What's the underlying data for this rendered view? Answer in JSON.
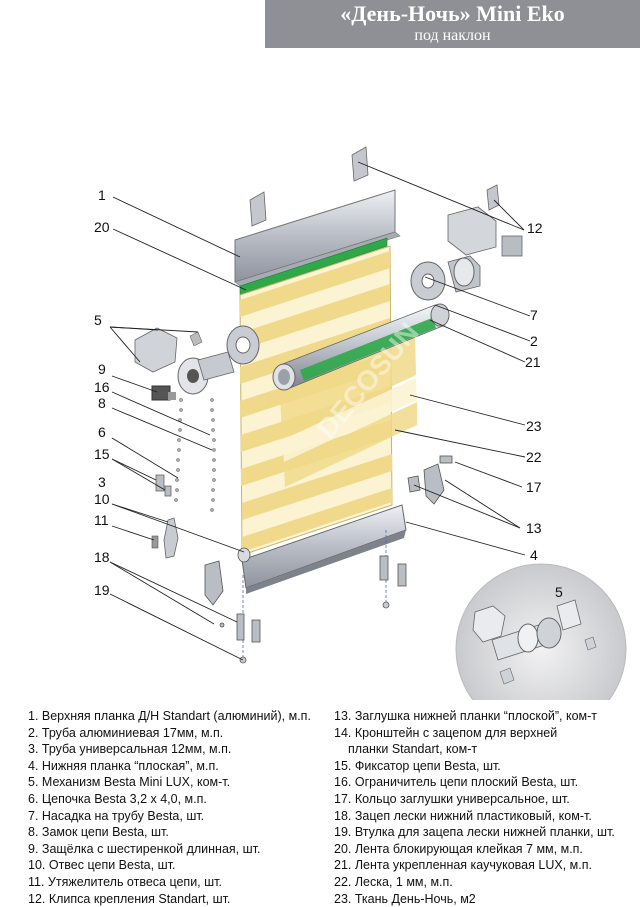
{
  "header": {
    "title": "«День-Ночь» Mini Eko",
    "subtitle": "под наклон"
  },
  "callouts": [
    "1",
    "20",
    "12",
    "7",
    "2",
    "21",
    "5",
    "9",
    "16",
    "8",
    "6",
    "15",
    "10",
    "11",
    "18",
    "19",
    "3",
    "23",
    "22",
    "17",
    "13",
    "4",
    "5"
  ],
  "watermark": "DECOSUN",
  "legend_left": [
    "1. Верхняя планка Д/Н Standart (алюминий), м.п.",
    "2. Труба алюминиевая 17мм, м.п.",
    "3. Труба универсальная 12мм, м.п.",
    "4. Нижняя планка “плоская”, м.п.",
    "5. Механизм Besta Mini LUX, ком-т.",
    "6. Цепочка Besta 3,2 х 4,0, м.п.",
    "7. Насадка на трубу Besta, шт.",
    "8. Замок цепи Besta, шт.",
    "9. Защёлка с шестиренкой длинная, шт.",
    "10. Отвес цепи Besta, шт.",
    "11. Утяжелитель отвеса цепи, шт.",
    "12. Клипса крепления Standart, шт."
  ],
  "legend_right": [
    "13. Заглушка нижней планки “плоской”, ком-т",
    "14. Кронштейн с зацепом для верхней",
    "планки Standart, ком-т",
    "15. Фиксатор цепи Besta, шт.",
    "16. Ограничитель цепи плоский Besta, шт.",
    "17. Кольцо заглушки универсальное, шт.",
    "18. Зацеп лески нижний пластиковый, ком-т.",
    "19. Втулка для зацепа лески нижней планки, шт.",
    "20. Лента блокирующая клейкая 7 мм, м.п.",
    "21. Лента укрепленная каучуковая LUX, м.п.",
    "22. Леска, 1 мм, м.п.",
    "23. Ткань День-Ночь, м2"
  ],
  "colors": {
    "header_bg": "#8f8f96",
    "fabric_dense": "#f0d98a",
    "fabric_sheer": "#fbf3d2",
    "tape_green": "#2fa84a",
    "metal": "#c9ccd3"
  }
}
